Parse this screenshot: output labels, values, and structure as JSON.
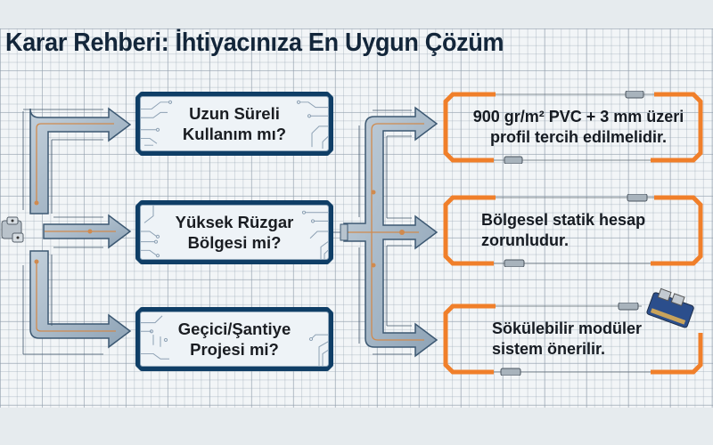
{
  "title": "Karar Rehberi: İhtiyacınıza En Uygun Çözüm",
  "questions": [
    {
      "line1": "Uzun Süreli",
      "line2": "Kullanım mı?"
    },
    {
      "line1": "Yüksek Rüzgar",
      "line2": "Bölgesi mi?"
    },
    {
      "line1": "Geçici/Şantiye",
      "line2": "Projesi mi?"
    }
  ],
  "answers": [
    {
      "line1": "900 gr/m² PVC + 3 mm üzeri",
      "line2": "profil tercih edilmelidir."
    },
    {
      "line1": "Bölgesel statik hesap",
      "line2": "zorunludur."
    },
    {
      "line1": "Sökülebilir modüler",
      "line2": "sistem önerilir."
    }
  ],
  "colors": {
    "question_border": "#0f3e66",
    "answer_border": "#f07f2a",
    "arrow_fill": "#9fb2c3",
    "trace": "#d08a4e",
    "title": "#13263a"
  }
}
